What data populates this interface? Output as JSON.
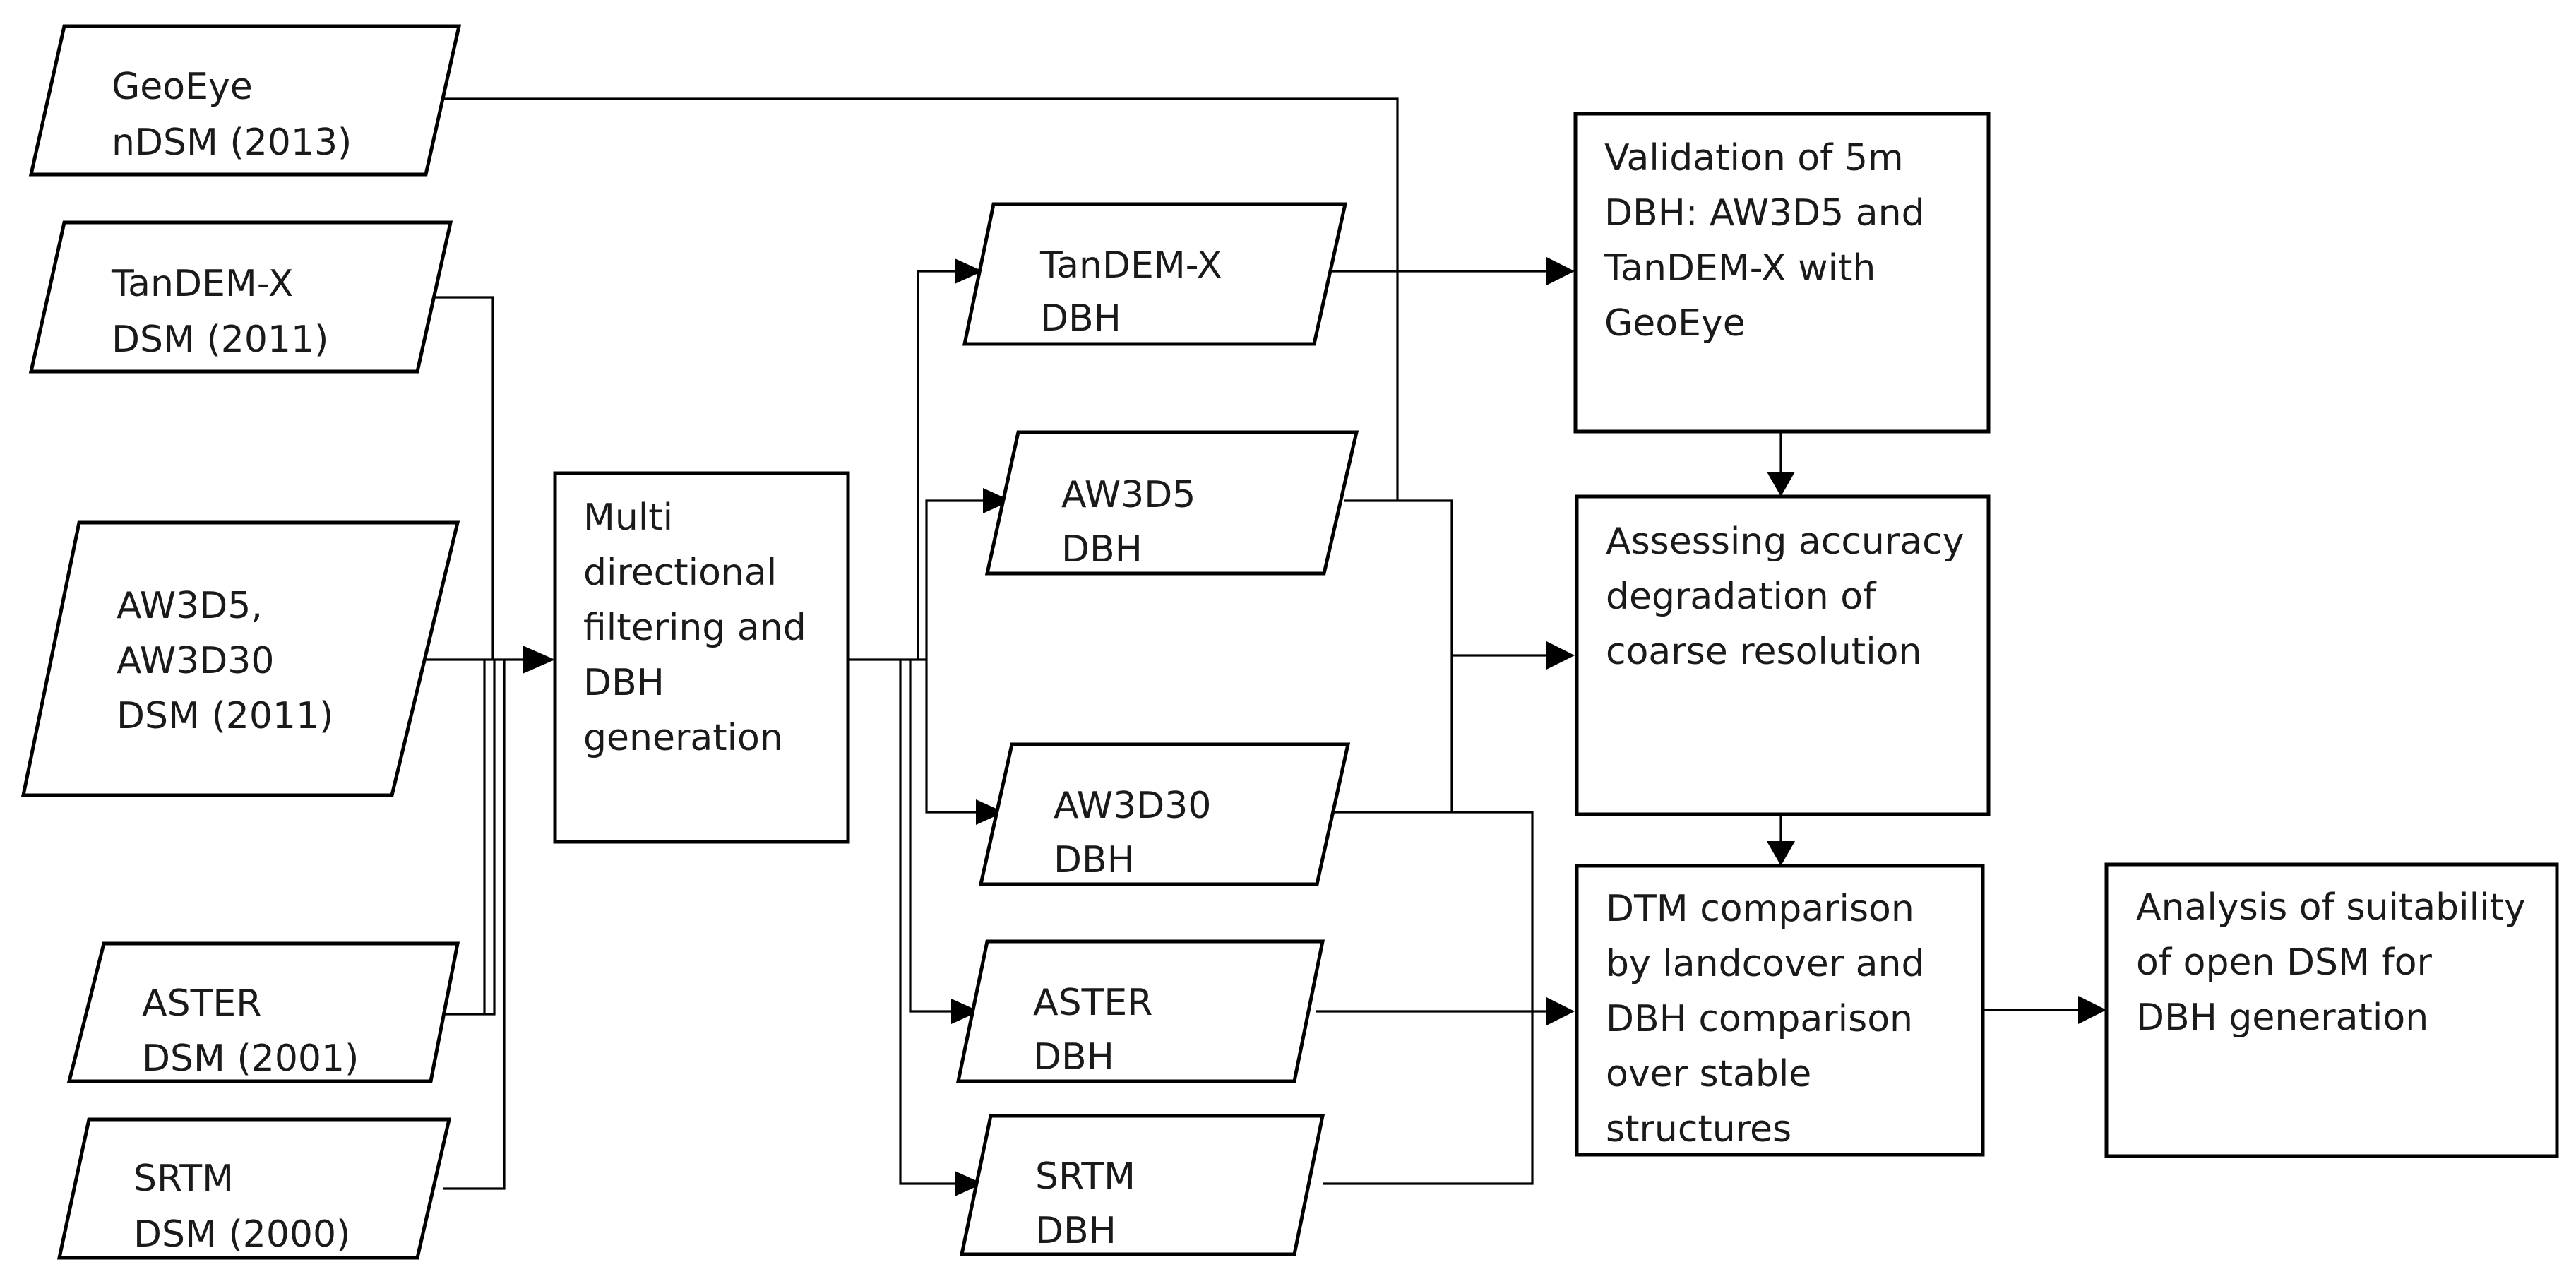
{
  "inputs": {
    "geoeye": {
      "line1": "GeoEye",
      "line2": "nDSM (2013)"
    },
    "tandemx": {
      "line1": "TanDEM-X",
      "line2": "DSM (2011)"
    },
    "aw3d": {
      "line1": "AW3D5,",
      "line2": "AW3D30",
      "line3": "DSM (2011)"
    },
    "aster": {
      "line1": "ASTER",
      "line2": "DSM (2001)"
    },
    "srtm": {
      "line1": "SRTM",
      "line2": "DSM (2000)"
    }
  },
  "process": {
    "filtering": {
      "line1": "Multi",
      "line2": "directional",
      "line3": "filtering and",
      "line4": "DBH",
      "line5": "generation"
    }
  },
  "outputs": {
    "tandemx_dbh": {
      "line1": "TanDEM-X",
      "line2": "DBH"
    },
    "aw3d5_dbh": {
      "line1": "AW3D5",
      "line2": "DBH"
    },
    "aw3d30_dbh": {
      "line1": "AW3D30",
      "line2": "DBH"
    },
    "aster_dbh": {
      "line1": "ASTER",
      "line2": "DBH"
    },
    "srtm_dbh": {
      "line1": "SRTM",
      "line2": "DBH"
    }
  },
  "analysis": {
    "validation": {
      "line1": "Validation of 5m",
      "line2": "DBH:  AW3D5 and",
      "line3": "TanDEM-X with",
      "line4": "GeoEye"
    },
    "accuracy": {
      "line1": "Assessing accuracy",
      "line2": "degradation of",
      "line3": "coarse resolution"
    },
    "comparison": {
      "line1": "DTM comparison",
      "line2": "by landcover and",
      "line3": "DBH comparison",
      "line4": "over stable",
      "line5": "structures"
    },
    "suitability": {
      "line1": "Analysis of suitability",
      "line2": "of open DSM for",
      "line3": "DBH generation"
    }
  }
}
